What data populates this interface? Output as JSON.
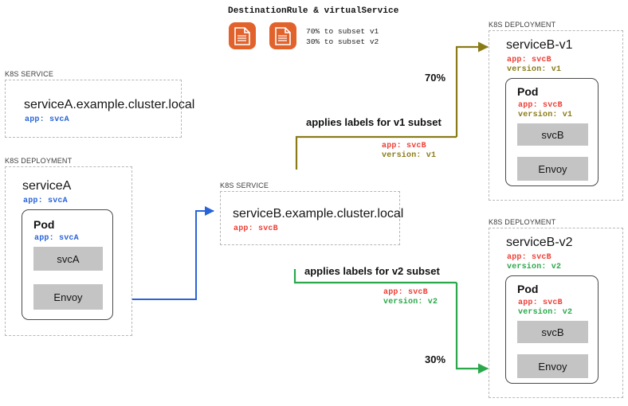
{
  "header": {
    "title": "DestinationRule & virtualService",
    "doc_icon_left": "document-icon",
    "doc_icon_right": "document-icon",
    "split_text": "70% to subset v1\n30% to subset v2"
  },
  "colors": {
    "blue": "#2864d8",
    "red": "#ef3e36",
    "olive": "#8a7b18",
    "green": "#2aa84a",
    "orange": "#e2622c",
    "gray_bar": "#c4c4c4",
    "dashed_border": "#b8b8b8"
  },
  "service_a": {
    "group_label": "K8S SERVICE",
    "title": "serviceA.example.cluster.local",
    "app_label": "app: svcA"
  },
  "deployment_a": {
    "group_label": "K8S DEPLOYMENT",
    "title": "serviceA",
    "app_label": "app: svcA",
    "pod": {
      "title": "Pod",
      "app_label": "app: svcA",
      "containers": [
        "svcA",
        "Envoy"
      ]
    }
  },
  "service_b": {
    "group_label": "K8S SERVICE",
    "title": "serviceB.example.cluster.local",
    "app_label": "app: svcB"
  },
  "deployment_b_v1": {
    "group_label": "K8S DEPLOYMENT",
    "title": "serviceB-v1",
    "app_label": "app: svcB",
    "version_label": "version: v1",
    "pod": {
      "title": "Pod",
      "app_label": "app: svcB",
      "version_label": "version: v1",
      "containers": [
        "svcB",
        "Envoy"
      ]
    }
  },
  "deployment_b_v2": {
    "group_label": "K8S DEPLOYMENT",
    "title": "serviceB-v2",
    "app_label": "app: svcB",
    "version_label": "version: v2",
    "pod": {
      "title": "Pod",
      "app_label": "app: svcB",
      "version_label": "version: v2",
      "containers": [
        "svcB",
        "Envoy"
      ]
    }
  },
  "edges": {
    "v1_label": "applies labels for v1 subset",
    "v1_app": "app: svcB",
    "v1_version": "version: v1",
    "v1_pct": "70%",
    "v2_label": "applies labels for v2 subset",
    "v2_app": "app: svcB",
    "v2_version": "version: v2",
    "v2_pct": "30%"
  }
}
